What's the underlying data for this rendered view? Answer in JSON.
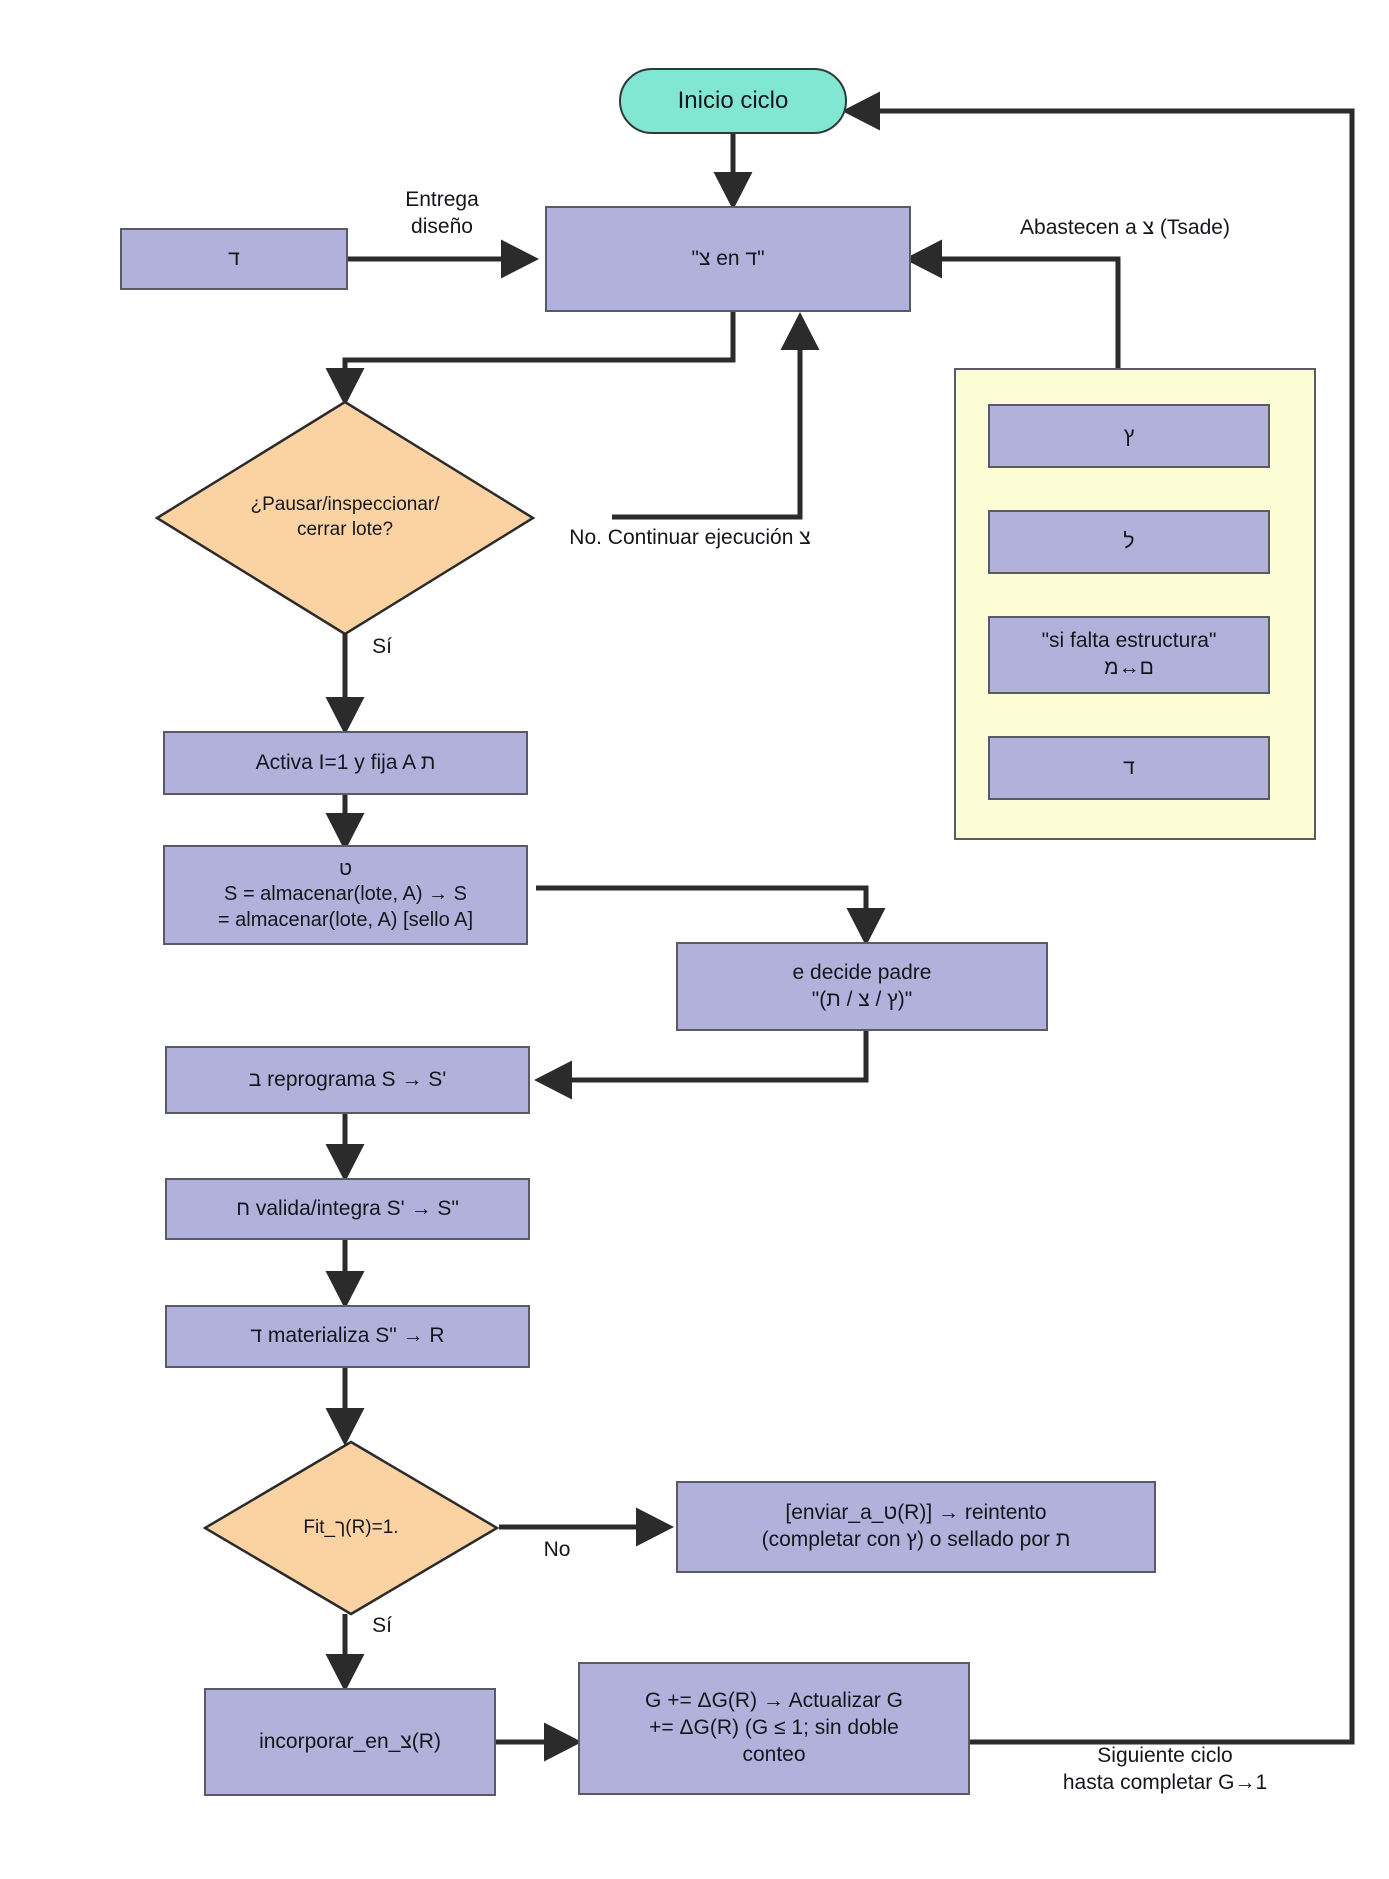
{
  "diagram": {
    "title": "Ciclo de produccion - diagrama de flujo",
    "colors": {
      "process_fill": "#b2b1dc",
      "process_stroke": "#5a5a66",
      "start_fill": "#81e6d2",
      "decision_fill": "#fbd3a2",
      "decision_stroke": "#2b2b2b",
      "panel_fill": "#fcfcd5",
      "arrow": "#2b2b2b",
      "text": "#15161c"
    }
  },
  "nodes": {
    "start": "Inicio ciclo",
    "supplier": "ד",
    "main_process": "\"צ en ד\"",
    "decision_pause": "¿Pausar/inspeccionar/\ncerrar lote?",
    "activate": "Activa I=1 y fija A ת",
    "store": "ט\nS = almacenar(lote, A) → S\n= almacenar(lote, A) [sello A]",
    "decide_parent": "e decide padre\n\"(ץ / צ / ת)\"",
    "reprogram": "ב reprograma S → S'",
    "validate": "ח valida/integra S' → S\"",
    "materialize": "ד materializa S\" → R",
    "decision_fit": "Fit_ך(R)=1.",
    "retry": "[enviar_a_ט(R)]  → reintento\n(completar con ץ) o sellado por ת",
    "incorporate": "incorporar_en_צ(R)",
    "update_g": "G += ΔG(R) → Actualizar G\n+= ΔG(R) (G ≤ 1; sin doble\nconteo"
  },
  "panel": {
    "items": [
      {
        "label": "ץ"
      },
      {
        "label": "ל"
      },
      {
        "label": "\"si falta estructura\"\nם↔מ"
      },
      {
        "label": "ד"
      }
    ]
  },
  "edge_labels": {
    "delivery": "Entrega\ndiseño",
    "supply": "Abastecen a צ (Tsade)",
    "continue": "No. Continuar ejecución צ",
    "yes_pause": "Sí",
    "no_fit": "No",
    "yes_fit": "Sí",
    "next_cycle": "Siguiente ciclo\nhasta completar G→1"
  }
}
